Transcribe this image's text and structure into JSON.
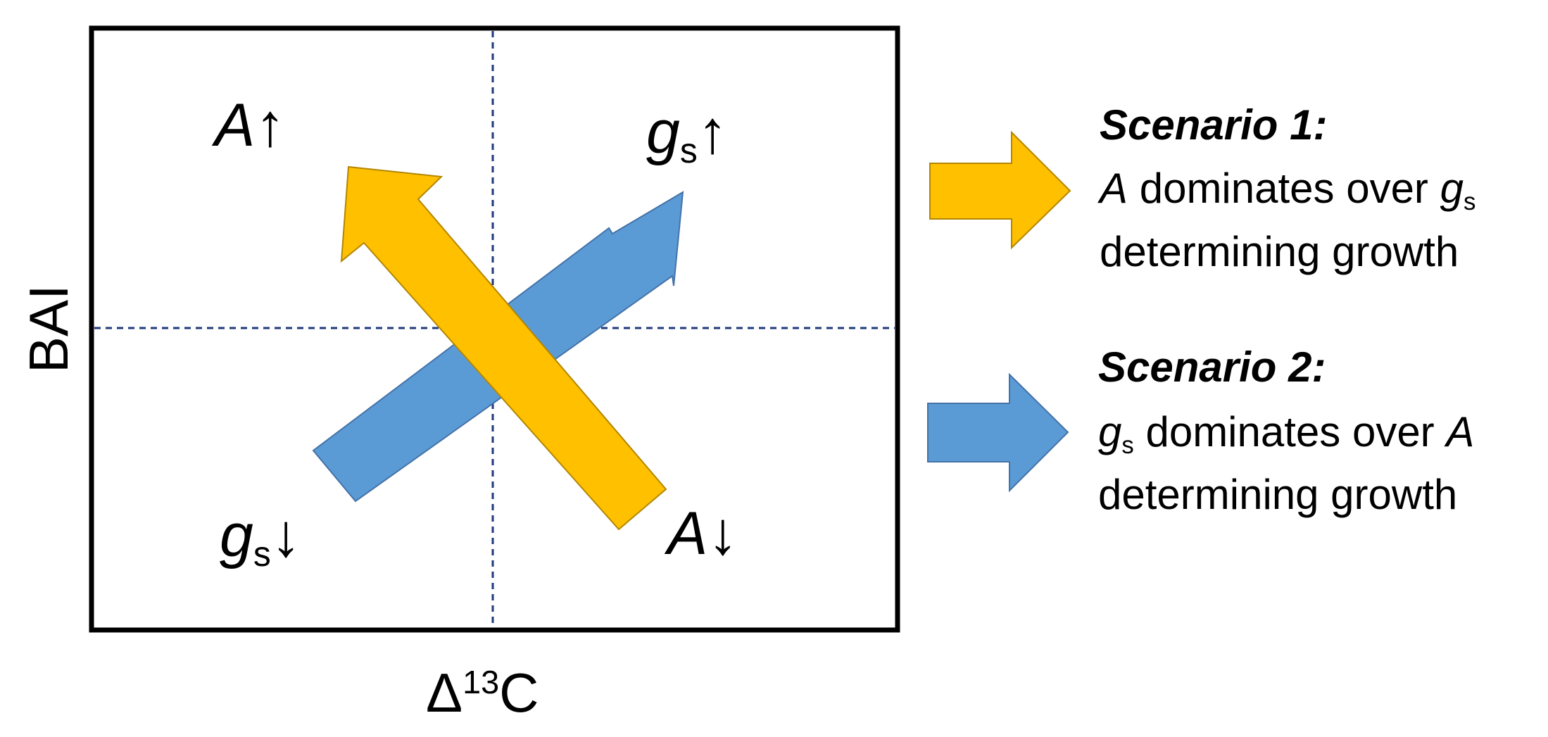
{
  "axes": {
    "y_label": "BAI",
    "x_label_delta": "Δ",
    "x_label_sup": "13",
    "x_label_elem": "C"
  },
  "quadrant_labels": {
    "top_left": {
      "sym": "A",
      "arrow": "↑"
    },
    "top_right": {
      "sym": "g",
      "sub": "s",
      "arrow": "↑"
    },
    "bottom_left": {
      "sym": "g",
      "sub": "s",
      "arrow": "↓"
    },
    "bottom_right": {
      "sym": "A",
      "arrow": "↓"
    }
  },
  "scenarios": [
    {
      "title": "Scenario 1:",
      "line1_pre_sym": "A",
      "line1_mid": " dominates over ",
      "line1_post_sym": "g",
      "line1_post_sub": "s",
      "line2": "determining growth",
      "color": "#FFC000"
    },
    {
      "title": "Scenario 2:",
      "line1_pre_sym": "g",
      "line1_pre_sub": "s",
      "line1_mid": " dominates over ",
      "line1_post_sym": "A",
      "line2": "determining growth",
      "color": "#5B9BD5"
    }
  ],
  "colors": {
    "yellow": "#FFC000",
    "blue": "#5B9BD5",
    "dashed_lines": "#1F3A7A",
    "frame": "#000000"
  }
}
